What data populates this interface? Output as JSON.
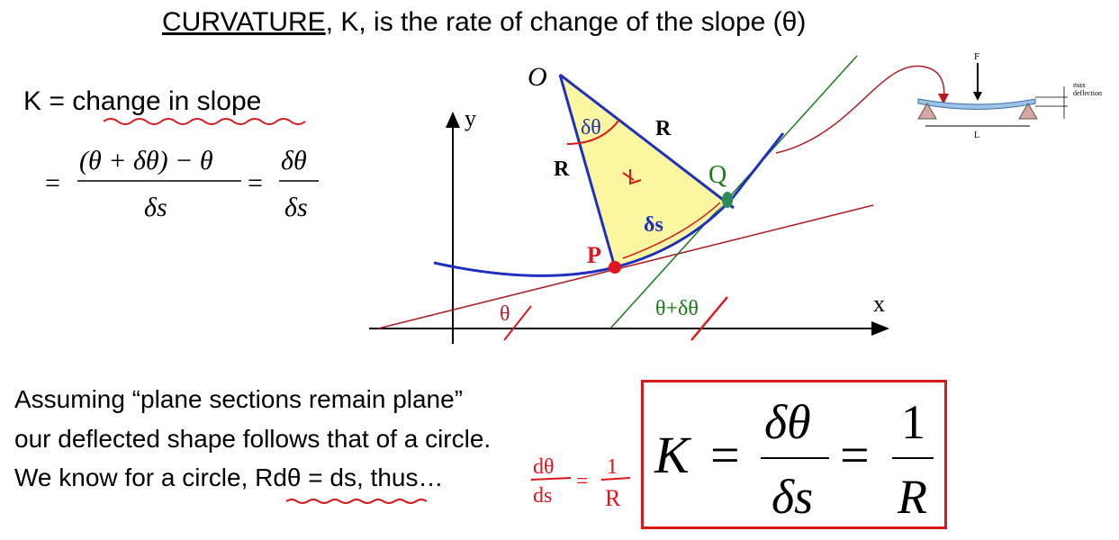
{
  "title": {
    "underlined": "CURVATURE",
    "rest": ", K, is the rate of change of the slope (θ)"
  },
  "definition": {
    "line": "K = change in slope",
    "numerator_left": "(θ + δθ) − θ",
    "denominator_left": "δs",
    "numerator_right": "δθ",
    "denominator_right": "δs",
    "equals": "="
  },
  "diagram": {
    "point_o": "O",
    "point_p": "P",
    "point_q": "Q",
    "radius_label": "R",
    "angle_label": "δθ",
    "arc_label": "δs",
    "axis_x": "x",
    "axis_y": "y",
    "angle_theta": "θ",
    "angle_theta_plus": "θ+δθ"
  },
  "beam_sketch": {
    "force": "F",
    "span": "L",
    "deflection_label_1": "max",
    "deflection_label_2": "deflection"
  },
  "assumption": {
    "line1": "Assuming “plane sections remain plane”",
    "line2": "our deflected shape follows that of a circle.",
    "line3_prefix": "We know for a circle, ",
    "line3_underlined": "Rdθ = ds",
    "line3_suffix": ", thus…"
  },
  "handwritten": {
    "num": "dθ",
    "den": "ds",
    "eq": "=",
    "one": "1",
    "r": "R"
  },
  "result": {
    "k": "K",
    "eq": "=",
    "num": "δθ",
    "den": "δs",
    "one": "1",
    "r": "R"
  },
  "colors": {
    "red": "#d7191c",
    "blue": "#1f2fbf",
    "green": "#1a7a1a",
    "yellow": "#fbf7a0"
  }
}
